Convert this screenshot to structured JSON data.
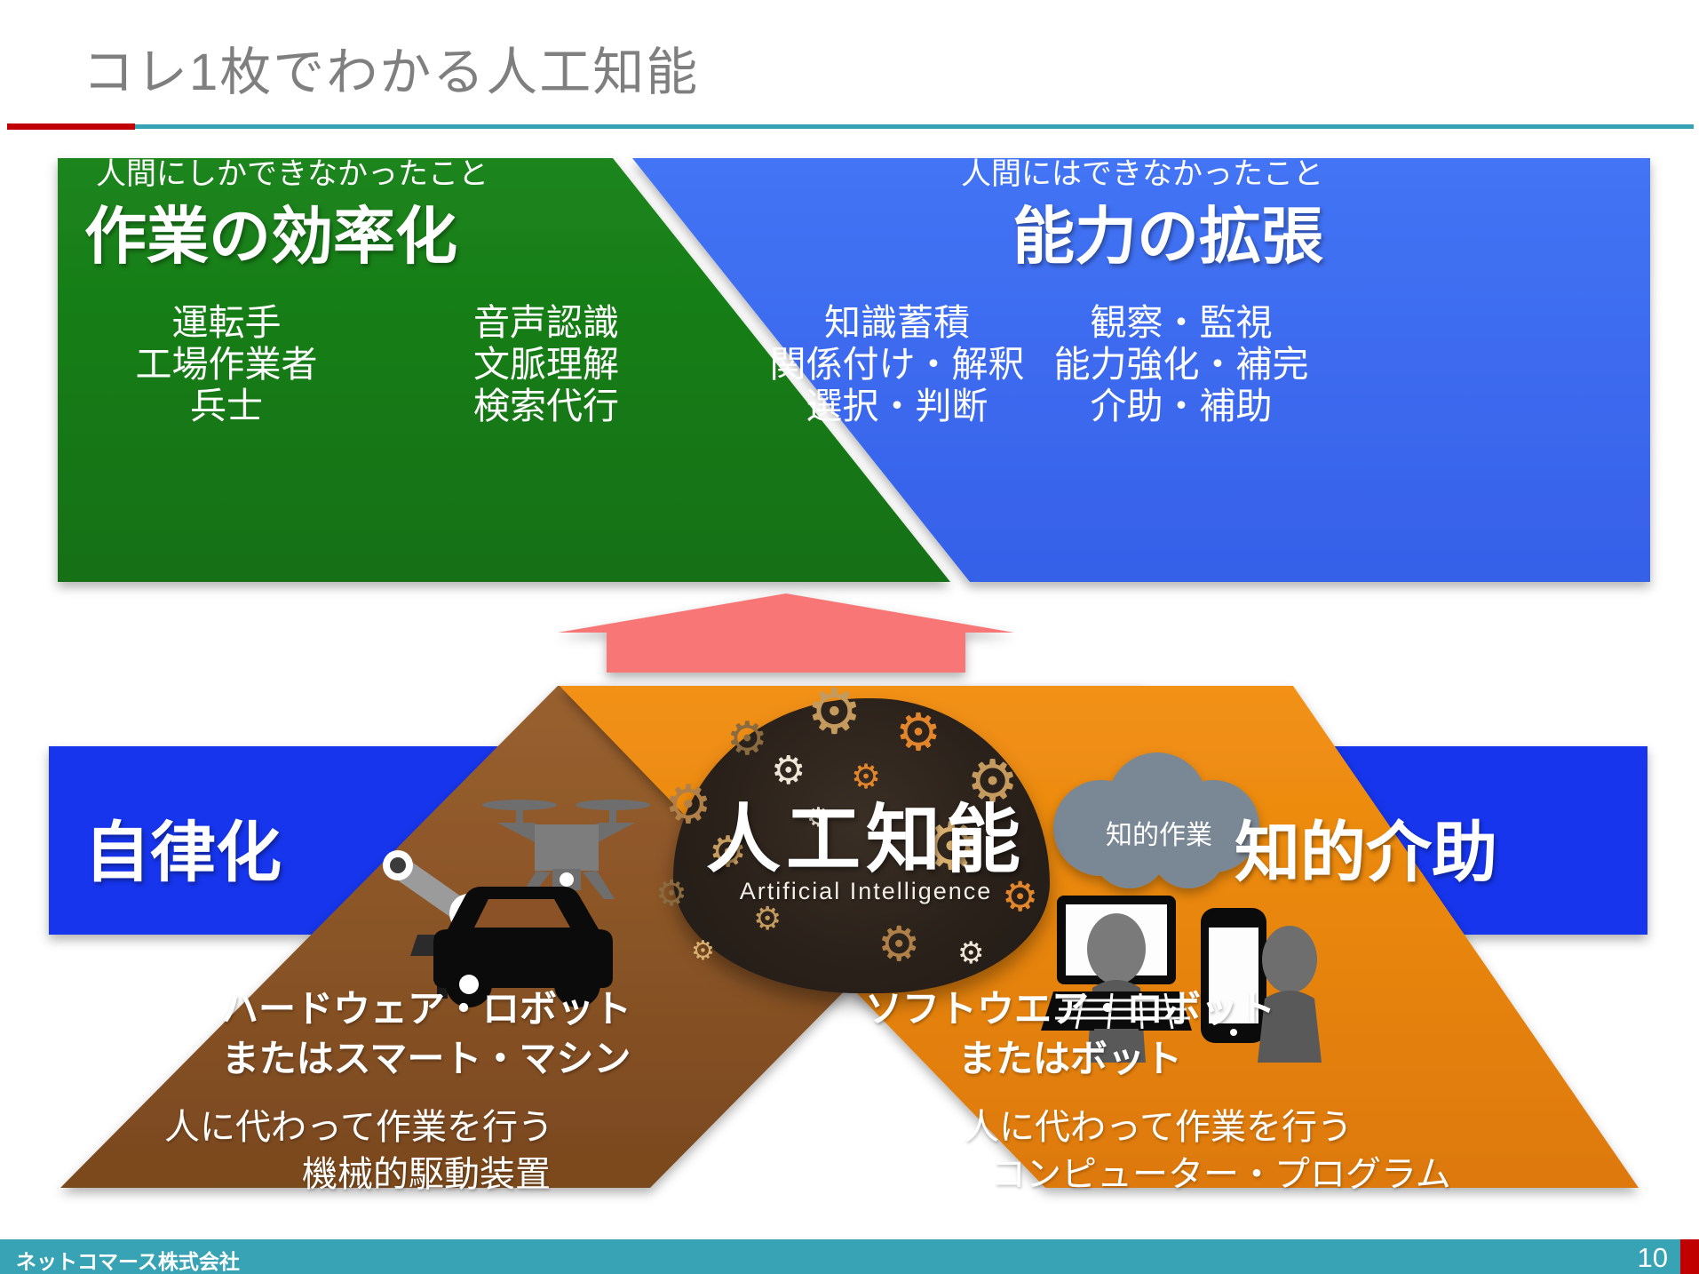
{
  "slide": {
    "title": "コレ1枚でわかる人工知能",
    "footer": "ネットコマース株式会社",
    "page_number": "10"
  },
  "top_left_box": {
    "color": "#187818",
    "tagline": "人間にしかできなかったこと",
    "heading": "作業の効率化",
    "col1": [
      "運転手",
      "工場作業者",
      "兵士"
    ],
    "col2": [
      "音声認識",
      "文脈理解",
      "検索代行"
    ]
  },
  "top_right_box": {
    "color": "#3d6bf0",
    "tagline": "人間にはできなかったこと",
    "heading": "能力の拡張",
    "col1": [
      "知識蓄積",
      "関係付け・解釈",
      "選択・判断"
    ],
    "col2": [
      "観察・監視",
      "能力強化・補完",
      "介助・補助"
    ]
  },
  "left_banner": {
    "label": "自律化",
    "color": "#1434ed"
  },
  "right_banner": {
    "label": "知的介助",
    "color": "#1434ed"
  },
  "center": {
    "ai_title": "人工知能",
    "ai_subtitle": "Artificial Intelligence",
    "cloud_label": "知的作業",
    "arrow_color": "#f87676",
    "brown_shape_color": "#8a5226",
    "orange_shape_color": "#ea8310"
  },
  "bottom_left": {
    "heading_line1": "ハードウェア・ロボット",
    "heading_line2": "またはスマート・マシン",
    "body_line1": "人に代わって作業を行う",
    "body_line2": "機械的駆動装置"
  },
  "bottom_right": {
    "heading_line1": "ソフトウエア・ロボット",
    "heading_line2": "またはボット",
    "body_line1": "人に代わって作業を行う",
    "body_line2": "コンピューター・プログラム"
  },
  "icons": [
    "drone-icon",
    "robot-arm-icon",
    "car-icon",
    "brain-gears-image",
    "thought-cloud",
    "person-laptop-icon",
    "person-phone-icon",
    "up-arrow"
  ]
}
